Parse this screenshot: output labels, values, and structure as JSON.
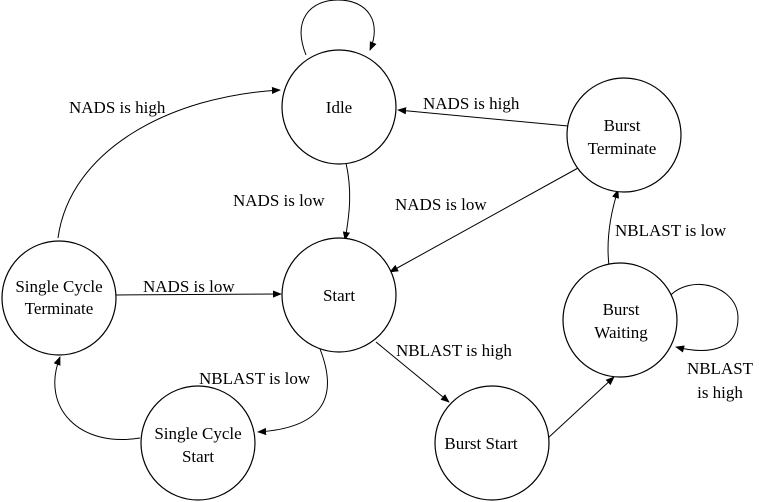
{
  "states": {
    "idle": "Idle",
    "start": "Start",
    "burst_terminate": [
      "Burst",
      "Terminate"
    ],
    "single_cycle_terminate": [
      "Single Cycle",
      "Terminate"
    ],
    "single_cycle_start": [
      "Single Cycle",
      "Start"
    ],
    "burst_start": "Burst Start",
    "burst_waiting": [
      "Burst",
      "Waiting"
    ]
  },
  "transitions": {
    "sct_to_idle": "NADS is high",
    "bt_to_idle": "NADS is high",
    "idle_to_start": "NADS is low",
    "bt_to_start": "NADS is low",
    "sct_to_start": "NADS is low",
    "start_to_burst_start": "NBLAST is high",
    "start_to_scs": "NBLAST is low",
    "bw_to_bt": "NBLAST is low",
    "bw_self": [
      "NBLAST",
      "is high"
    ]
  }
}
